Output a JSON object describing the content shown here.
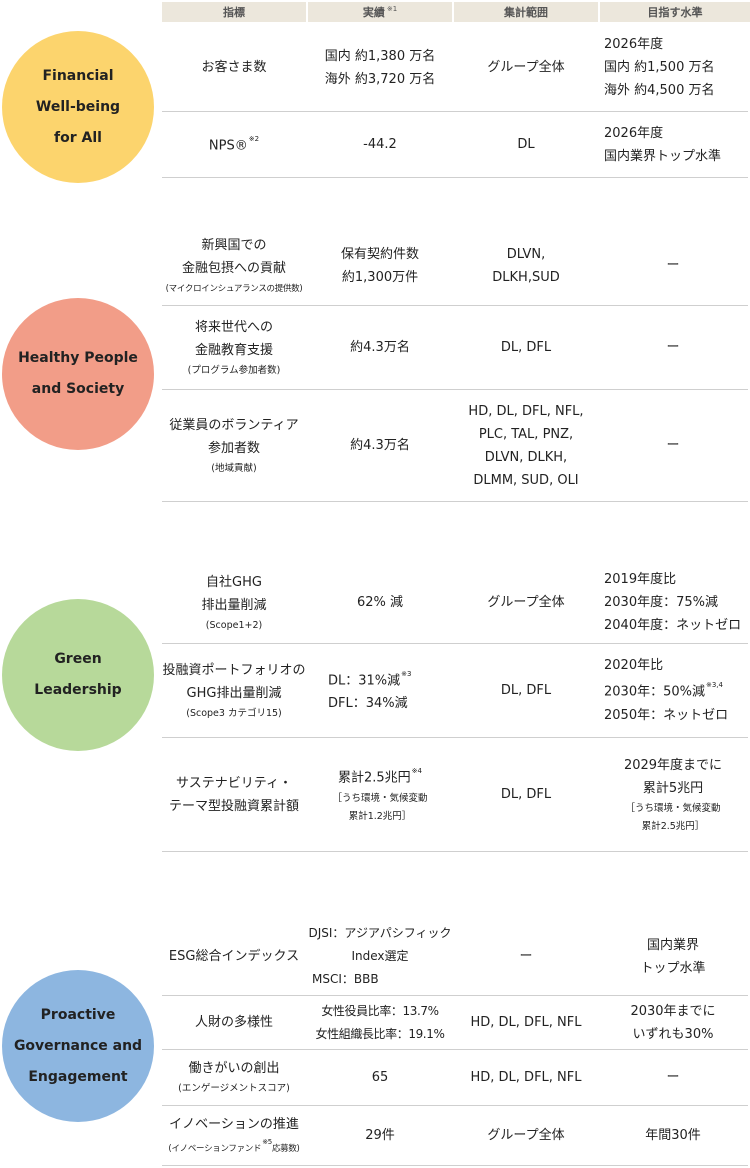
{
  "header": {
    "col1": "指標",
    "col2": "実績",
    "col2_note": "※1",
    "col3": "集計範囲",
    "col4": "目指す水準"
  },
  "themes": [
    {
      "line1": "Financial",
      "line2": "Well-being",
      "line3": "for All",
      "color": "#fcd46d"
    },
    {
      "line1": "Healthy People",
      "line2": "and Society",
      "color": "#f29d88"
    },
    {
      "line1": "Green",
      "line2": "Leadership",
      "color": "#b7d99a"
    },
    {
      "line1": "Proactive",
      "line2": "Governance and",
      "line3": "Engagement",
      "color": "#8db6e0"
    }
  ],
  "rows": {
    "customers": {
      "indicator": "お客さま数",
      "result_l1": "国内 約1,380 万名",
      "result_l2": "海外 約3,720 万名",
      "scope": "グループ全体",
      "target_l1": "2026年度",
      "target_l2": "国内 約1,500 万名",
      "target_l3": "海外 約4,500 万名"
    },
    "nps": {
      "indicator": "NPS®",
      "indicator_note": "※2",
      "result": "-44.2",
      "scope": "DL",
      "target_l1": "2026年度",
      "target_l2": "国内業界トップ水準"
    },
    "inclusion": {
      "indicator_l1": "新興国での",
      "indicator_l2": "金融包摂への貢献",
      "indicator_l3": "(マイクロインシュアランスの提供数)",
      "result_l1": "保有契約件数",
      "result_l2": "約1,300万件",
      "scope_l1": "DLVN,",
      "scope_l2": "DLKH,SUD",
      "target": "ー"
    },
    "education": {
      "indicator_l1": "将来世代への",
      "indicator_l2": "金融教育支援",
      "indicator_l3": "(プログラム参加者数)",
      "result": "約4.3万名",
      "scope": "DL, DFL",
      "target": "ー"
    },
    "volunteer": {
      "indicator_l1": "従業員のボランティア",
      "indicator_l2": "参加者数",
      "indicator_l3": "(地域貢献)",
      "result": "約4.3万名",
      "scope_l1": "HD, DL, DFL, NFL,",
      "scope_l2": "PLC, TAL, PNZ,",
      "scope_l3": "DLVN, DLKH,",
      "scope_l4": "DLMM, SUD, OLI",
      "target": "ー"
    },
    "ghg_own": {
      "indicator_l1": "自社GHG",
      "indicator_l2": "排出量削減",
      "indicator_l3": "(Scope1+2)",
      "result": "62% 減",
      "scope": "グループ全体",
      "target_l1": "2019年度比",
      "target_l2": "2030年度：75%減",
      "target_l3": "2040年度：ネットゼロ"
    },
    "ghg_portfolio": {
      "indicator_l1": "投融資ポートフォリオの",
      "indicator_l2": "GHG排出量削減",
      "indicator_l3": "(Scope3 カテゴリ15)",
      "result_l1": "DL：31%減",
      "result_l1_note": "※3",
      "result_l2": "DFL：34%減",
      "scope": "DL, DFL",
      "target_l1": "2020年比",
      "target_l2": "2030年：50%減",
      "target_l2_note": "※3,4",
      "target_l3": "2050年：ネットゼロ"
    },
    "sustain": {
      "indicator_l1": "サステナビリティ・",
      "indicator_l2": "テーマ型投融資累計額",
      "result_l1": "累計2.5兆円",
      "result_l1_note": "※4",
      "result_l2": "［うち環境・気候変動",
      "result_l3": "累計1.2兆円］",
      "scope": "DL, DFL",
      "target_l1": "2029年度までに",
      "target_l2": "累計5兆円",
      "target_l3": "［うち環境・気候変動",
      "target_l4": "累計2.5兆円］"
    },
    "esg": {
      "indicator": "ESG総合インデックス",
      "result_l1": "DJSI：アジアパシフィック",
      "result_l2": "Index選定",
      "result_l3": "MSCI：BBB",
      "scope": "ー",
      "target_l1": "国内業界",
      "target_l2": "トップ水準"
    },
    "diversity": {
      "indicator": "人財の多様性",
      "result_l1": "女性役員比率：13.7%",
      "result_l2": "女性組織長比率：19.1%",
      "scope": "HD, DL, DFL, NFL",
      "target_l1": "2030年までに",
      "target_l2": "いずれも30%"
    },
    "engagement": {
      "indicator_l1": "働きがいの創出",
      "indicator_l2": "(エンゲージメントスコア)",
      "result": "65",
      "scope": "HD, DL, DFL, NFL",
      "target": "ー"
    },
    "innovation": {
      "indicator_l1": "イノベーションの推進",
      "indicator_l2": "(イノベーションファンド",
      "indicator_l2_note": "※5",
      "indicator_l2b": "応募数)",
      "result": "29件",
      "scope": "グループ全体",
      "target": "年間30件"
    }
  }
}
